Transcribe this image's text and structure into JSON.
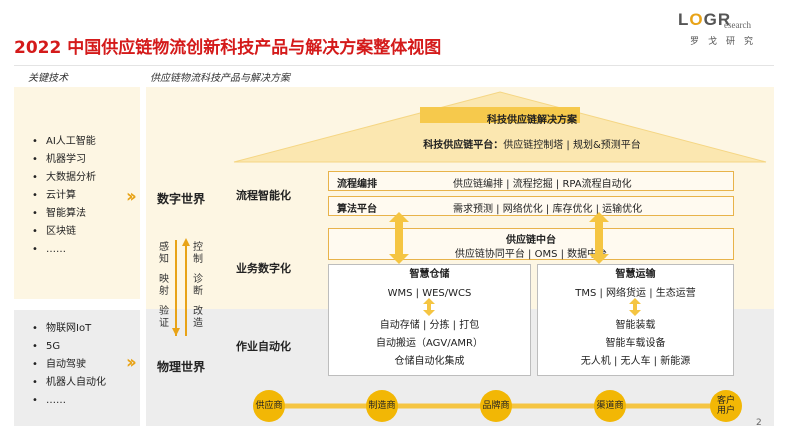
{
  "header": {
    "title": "2022 中国供应链物流创新科技产品与解决方案整体视图",
    "logo": {
      "main_l": "L",
      "main_o": "O",
      "main_gr": "GR",
      "sub": "esearch",
      "cn": "罗戈研究"
    }
  },
  "sections": {
    "left": "关键技术",
    "right": "供应链物流科技产品与解决方案"
  },
  "left_top": {
    "items": [
      "AI人工智能",
      "机器学习",
      "大数据分析",
      "云计算",
      "智能算法",
      "区块链",
      "……"
    ]
  },
  "left_bottom": {
    "items": [
      "物联网IoT",
      "5G",
      "自动驾驶",
      "机器人自动化",
      "……"
    ]
  },
  "worlds": {
    "digital": "数字世界",
    "physical": "物理世界"
  },
  "feedback": {
    "left": [
      "感知",
      "映射",
      "验证"
    ],
    "right": [
      "控制",
      "诊断",
      "改造"
    ]
  },
  "roof": {
    "title": "科技供应链解决方案",
    "platform_label": "科技供应链平台：",
    "platform_text": "供应链控制塔 | 规划&预测平台"
  },
  "rows": {
    "process": "流程智能化",
    "business": "业务数字化",
    "operation": "作业自动化"
  },
  "process": {
    "flow": {
      "label": "流程编排",
      "text": "供应链编排 | 流程挖掘 | RPA流程自动化"
    },
    "algo": {
      "label": "算法平台",
      "text": "需求预测 | 网络优化 | 库存优化 | 运输优化"
    }
  },
  "middle": {
    "title": "供应链中台",
    "text": "供应链协同平台 | OMS | 数据中台"
  },
  "warehouse": {
    "title": "智慧仓储",
    "systems": "WMS | WES/WCS",
    "ops": [
      "自动存储 | 分拣 | 打包",
      "自动搬运（AGV/AMR）",
      "仓储自动化集成"
    ]
  },
  "transport": {
    "title": "智慧运输",
    "systems": "TMS | 网络货运 | 生态运营",
    "ops": [
      "智能装载",
      "智能车载设备",
      "无人机 | 无人车 | 新能源"
    ]
  },
  "chain": [
    "供应商",
    "制造商",
    "品牌商",
    "渠道商",
    "客户用户"
  ],
  "page_number": "2",
  "colors": {
    "accent": "#f2b705",
    "title_red": "#d41a1a",
    "border_gold": "#e8b34a"
  }
}
